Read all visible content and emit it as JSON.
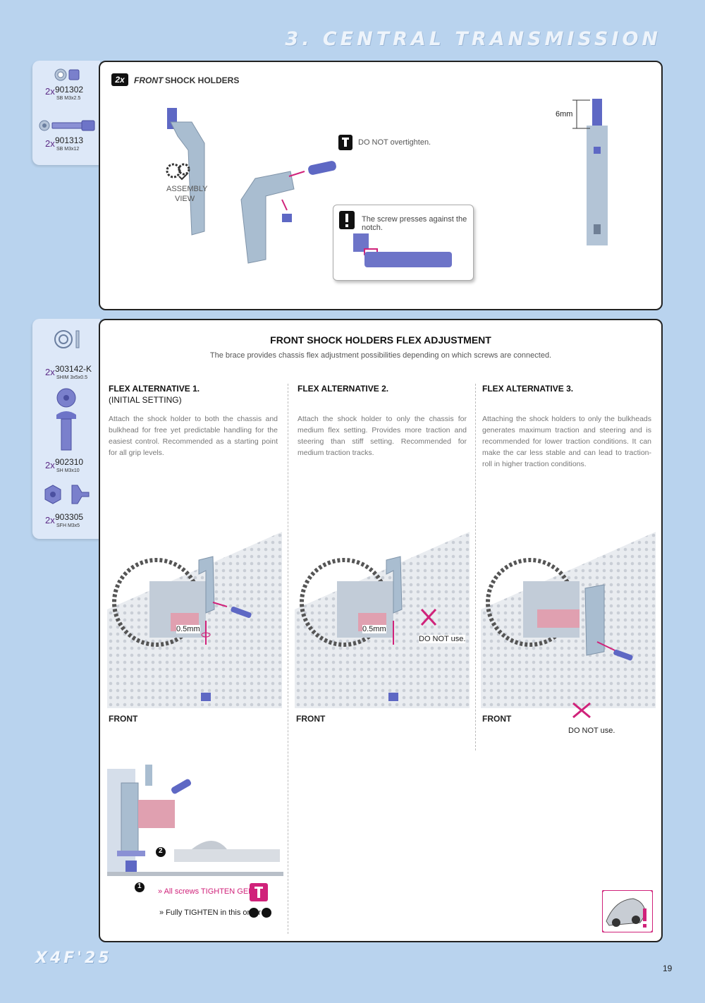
{
  "header": {
    "title": "3. CENTRAL TRANSMISSION"
  },
  "footer": {
    "logo": "X4F'25",
    "page_number": "19"
  },
  "sidebar_top": {
    "parts": [
      {
        "qty": "2x",
        "code": "901302",
        "desc": "SB M3x2.5"
      },
      {
        "qty": "2x",
        "code": "901313",
        "desc": "SB M3x12"
      }
    ]
  },
  "sidebar_bottom": {
    "parts": [
      {
        "qty": "2x",
        "code": "303142-K",
        "desc": "SHIM 3x5x0.5"
      },
      {
        "qty": "2x",
        "code": "902310",
        "desc": "SH M3x10"
      },
      {
        "qty": "2x",
        "code": "903305",
        "desc": "SFH M3x5"
      }
    ]
  },
  "panel_top": {
    "badge": "2x",
    "front_word": "FRONT",
    "heading": "SHOCK HOLDERS",
    "assembly_view": [
      "ASSEMBLY",
      "VIEW"
    ],
    "do_not_overtighten": "DO NOT overtighten.",
    "note": "The screw presses against the notch.",
    "dim": "6mm"
  },
  "panel_bottom": {
    "title": "FRONT SHOCK HOLDERS FLEX ADJUSTMENT",
    "subtitle": "The brace provides chassis flex adjustment possibilities depending on which screws are connected.",
    "columns": [
      {
        "heading": "FLEX ALTERNATIVE 1.",
        "subheading": "(INITIAL SETTING)",
        "text": "Attach the shock holder to both the chassis and bulkhead for free yet predictable handling for the easiest control. Recommended as a starting point for all grip levels.",
        "shim": "0.5mm",
        "front": "FRONT"
      },
      {
        "heading": "FLEX ALTERNATIVE 2.",
        "subheading": "",
        "text": "Attach the shock holder to only the chassis for medium flex setting. Provides more traction and steering than stiff setting. Recommended for medium traction tracks.",
        "shim": "0.5mm",
        "do_not_use": "DO NOT use.",
        "front": "FRONT"
      },
      {
        "heading": "FLEX ALTERNATIVE 3.",
        "subheading": "",
        "text": "Attaching the shock holders to only the bulkheads generates maximum traction and steering and is recommended for lower traction conditions. It can make the car less stable and can lead to traction-roll in higher traction conditions.",
        "do_not_use": "DO NOT use.",
        "front": "FRONT"
      }
    ],
    "tighten_gently": "» All screws TIGHTEN GENTLY",
    "tighten_order": "» Fully TIGHTEN in this order",
    "order_1": "1",
    "order_2": "2"
  },
  "colors": {
    "background": "#b9d3ee",
    "sidebar": "#dde8f8",
    "part_metal": "#9fb3c8",
    "screw": "#6d74c8",
    "accent_magenta": "#d0227a",
    "qty_purple": "#5b2a86"
  }
}
